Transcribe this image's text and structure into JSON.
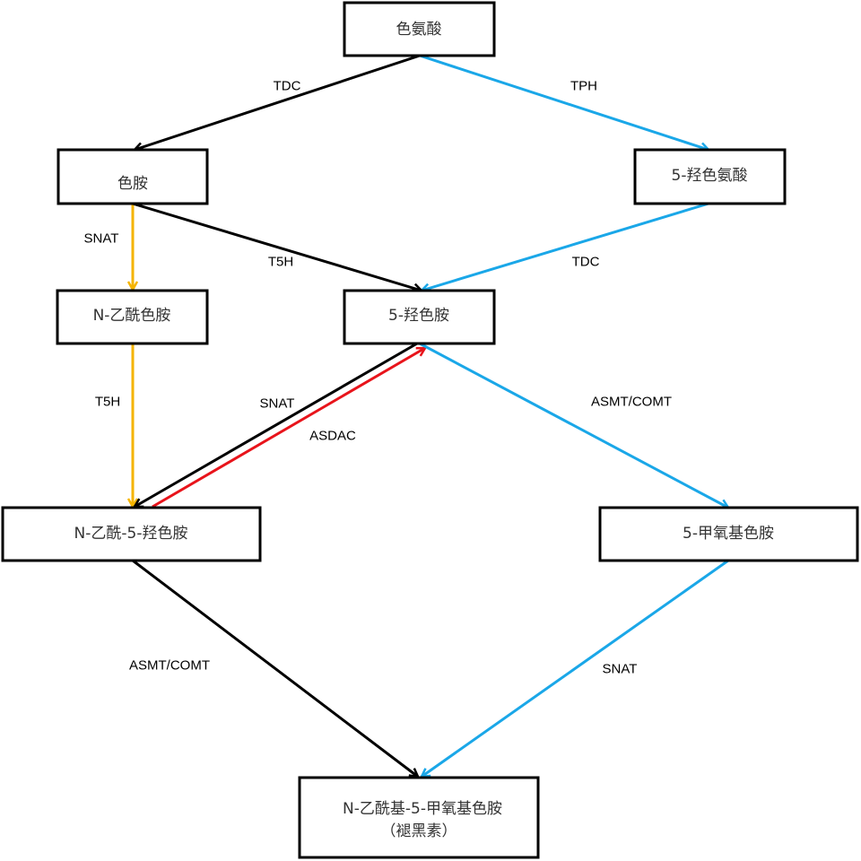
{
  "colors": {
    "black": "#000000",
    "blue": "#1aa7e8",
    "orange": "#f5b400",
    "red": "#e8141b"
  },
  "nodes": {
    "tryptophan": {
      "label": "色氨酸"
    },
    "tryptamine": {
      "label": "色胺"
    },
    "hydroxytryptophan": {
      "label": "5-羟色氨酸"
    },
    "n_acetyltryptamine": {
      "label": "N-乙酰色胺"
    },
    "serotonin": {
      "label": "5-羟色胺"
    },
    "n_acetylserotonin": {
      "label": "N-乙酰-5-羟色胺"
    },
    "methoxytryptamine": {
      "label": "5-甲氧基色胺"
    },
    "melatonin": {
      "label": "N-乙酰基-5-甲氧基色胺",
      "sublabel": "（褪黑素）"
    }
  },
  "edges": {
    "tdc_1": {
      "label": "TDC",
      "color": "black"
    },
    "tph": {
      "label": "TPH",
      "color": "blue"
    },
    "snat_1": {
      "label": "SNAT",
      "color": "orange"
    },
    "t5h_1": {
      "label": "T5H",
      "color": "black"
    },
    "tdc_2": {
      "label": "TDC",
      "color": "blue"
    },
    "t5h_2": {
      "label": "T5H",
      "color": "orange"
    },
    "snat_2": {
      "label": "SNAT",
      "color": "black"
    },
    "asdac": {
      "label": "ASDAC",
      "color": "red"
    },
    "asmt_comt_1": {
      "label": "ASMT/COMT",
      "color": "blue"
    },
    "asmt_comt_2": {
      "label": "ASMT/COMT",
      "color": "black"
    },
    "snat_3": {
      "label": "SNAT",
      "color": "blue"
    }
  }
}
